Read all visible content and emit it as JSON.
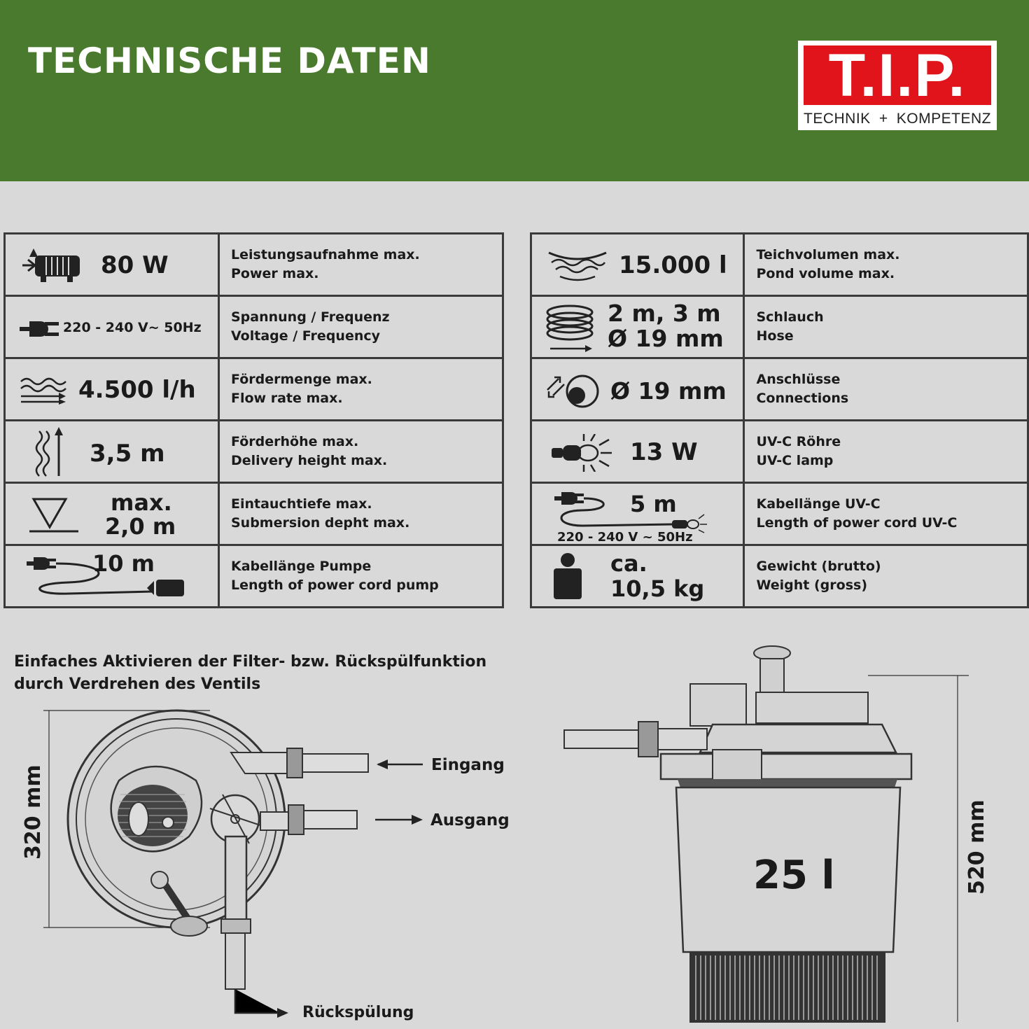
{
  "header": {
    "title": "TECHNISCHE DATEN"
  },
  "logo": {
    "name": "T.I.P.",
    "tagline_left": "TECHNIK",
    "tagline_plus": "+",
    "tagline_right": "KOMPETENZ"
  },
  "left_specs": [
    {
      "icon": "pump-icon",
      "value": "80 W",
      "de": "Leistungsaufnahme max.",
      "en": "Power max."
    },
    {
      "icon": "plug-icon",
      "value": "220 - 240 V~  50Hz",
      "de": "Spannung / Frequenz",
      "en": "Voltage / Frequency"
    },
    {
      "icon": "flow-icon",
      "value": "4.500 l/h",
      "de": "Fördermenge max.",
      "en": "Flow rate max."
    },
    {
      "icon": "height-icon",
      "value": "3,5 m",
      "de": "Förderhöhe max.",
      "en": "Delivery height max."
    },
    {
      "icon": "depth-icon",
      "value_line1": "max.",
      "value_line2": "2,0 m",
      "de": "Eintauchtiefe max.",
      "en": "Submersion depht max."
    },
    {
      "icon": "cord-pump-icon",
      "value": "10 m",
      "de": "Kabellänge Pumpe",
      "en": "Length of power cord pump"
    }
  ],
  "right_specs": [
    {
      "icon": "pond-icon",
      "value": "15.000 l",
      "de": "Teichvolumen max.",
      "en": "Pond volume max."
    },
    {
      "icon": "hose-icon",
      "value_line1": "2 m, 3 m",
      "value_line2": "Ø 19 mm",
      "de": "Schlauch",
      "en": "Hose"
    },
    {
      "icon": "connection-icon",
      "value": "Ø 19 mm",
      "de": "Anschlüsse",
      "en": "Connections"
    },
    {
      "icon": "uvc-lamp-icon",
      "value": "13 W",
      "de": "UV-C Röhre",
      "en": "UV-C lamp"
    },
    {
      "icon": "cord-uvc-icon",
      "value": "5 m",
      "value_sub": "220 - 240 V ~  50Hz",
      "de": "Kabellänge UV-C",
      "en": "Length of power cord UV-C"
    },
    {
      "icon": "weight-icon",
      "value_line1": "ca.",
      "value_line2": "10,5 kg",
      "de": "Gewicht (brutto)",
      "en": "Weight (gross)"
    }
  ],
  "diagram": {
    "caption_line1": "Einfaches Aktivieren der Filter- bzw. Rückspülfunktion",
    "caption_line2": "durch Verdrehen des Ventils",
    "dim_top": "320 mm",
    "inlet": "Eingang",
    "outlet": "Ausgang",
    "backwash": "Rückspülung",
    "volume": "25 l",
    "dim_side": "520 mm"
  }
}
